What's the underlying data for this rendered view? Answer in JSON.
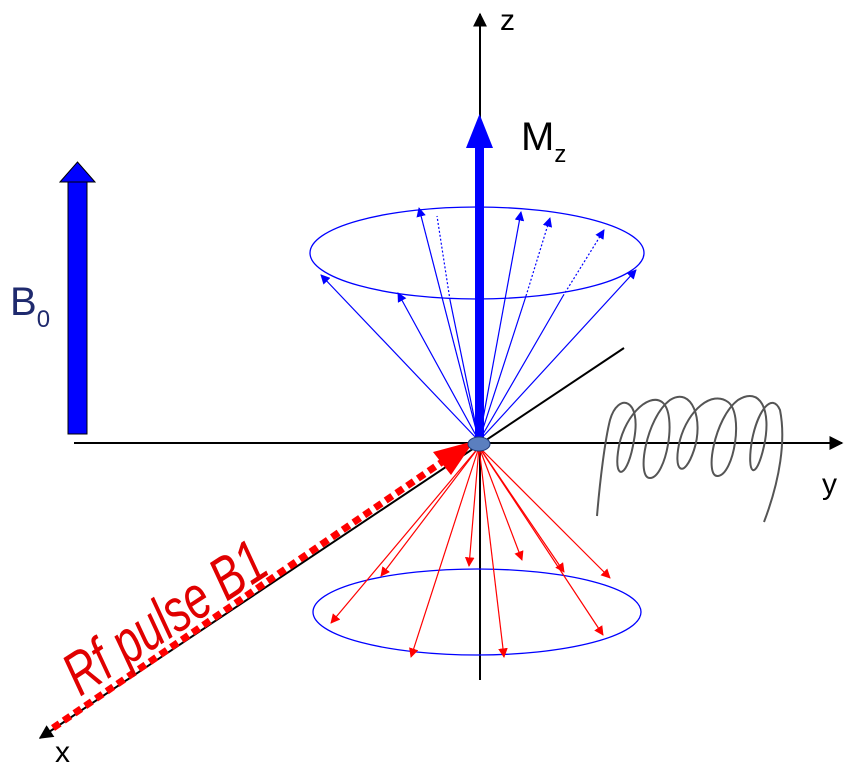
{
  "labels": {
    "z_axis": "z",
    "y_axis": "y",
    "x_axis": "x",
    "magnetization": "M",
    "magnetization_sub": "z",
    "field": "B",
    "field_sub": "0",
    "rf_pulse": "Rf pulse B1"
  },
  "colors": {
    "axis": "#000000",
    "magnetization": "#0000ff",
    "field_arrow": "#0000ff",
    "upper_cone": "#0000ff",
    "lower_cone": "#ff0000",
    "rf_pulse": "#ff0000",
    "field_label": "#1f2a6e",
    "coil": "#555555",
    "origin": "#5b7fbf"
  },
  "icons": {
    "coil": "rf-coil-helix-icon"
  }
}
